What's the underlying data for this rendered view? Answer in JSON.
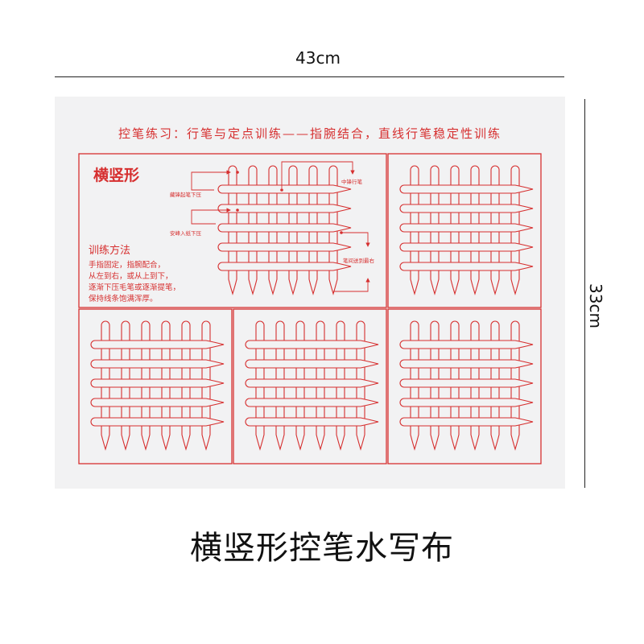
{
  "dimensions": {
    "width_label": "43cm",
    "height_label": "33cm"
  },
  "sheet": {
    "header": "控笔练习：行笔与定点训练——指腕结合，直线行笔稳定性训练",
    "panel_title": "横竖形",
    "annotations": {
      "cang_feng": "藏锋起笔下压",
      "zhong_feng": "中锋行笔",
      "an_feng": "安峰入纸下压",
      "bi_jian": "笔间送到最右"
    },
    "method": {
      "title": "训练方法",
      "lines": [
        "手指固定，指腕配合，",
        "从左到右，或从上到下，",
        "逐渐下压毛笔或逐渐提笔，",
        "保持线条饱满浑厚。"
      ]
    },
    "colors": {
      "ink": "#d62f2f",
      "sheet": "#f2f2f3"
    }
  },
  "caption": "横竖形控笔水写布"
}
